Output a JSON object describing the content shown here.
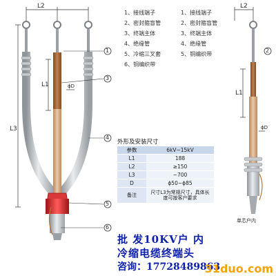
{
  "dim_labels": {
    "l2_left": "L2",
    "l2_right": "L2",
    "l1_left": "L1",
    "l1_right": "L1",
    "l3": "L3",
    "d_left": "ϕD",
    "d_right": "ϕD"
  },
  "callouts": [
    "1",
    "2",
    "3",
    "4",
    "5",
    "6"
  ],
  "legend_left": [
    "1、接线端子",
    "2、密封箍盲管",
    "3、终端主体",
    "4、绝缘管",
    "5、冷缩三叉套",
    "6、铜编织带"
  ],
  "legend_right": [
    "1、接线端子",
    "2、密封箍盲管",
    "3、终端主体",
    "4、绝缘管",
    "5、铜编织带"
  ],
  "table": {
    "title": "外形及安装尺寸",
    "header": [
      "参数",
      "6kV~15kV"
    ],
    "rows": [
      {
        "k": "L1",
        "v": "188"
      },
      {
        "k": "L2",
        "v": "≥150"
      },
      {
        "k": "L3",
        "v": "~700"
      },
      {
        "k": "D",
        "v": "ϕ50~ϕ85"
      }
    ],
    "note_key": "备注",
    "note_value": "尺寸L3为常规尺寸，具体长度可按客户要求"
  },
  "caption": "单芯户内",
  "promo": [
    "批 发10KV户 内",
    "冷缩电缆终端头",
    "咨询：17728489863"
  ],
  "watermark": "31duo.com",
  "colors": {
    "brown": "#a0643a",
    "tan": "#d2a882",
    "gray": "#bfc3c6",
    "red": "#d62a2a",
    "dim": "#333333",
    "blue": "#0e1fa8",
    "orange": "#f2a500"
  }
}
